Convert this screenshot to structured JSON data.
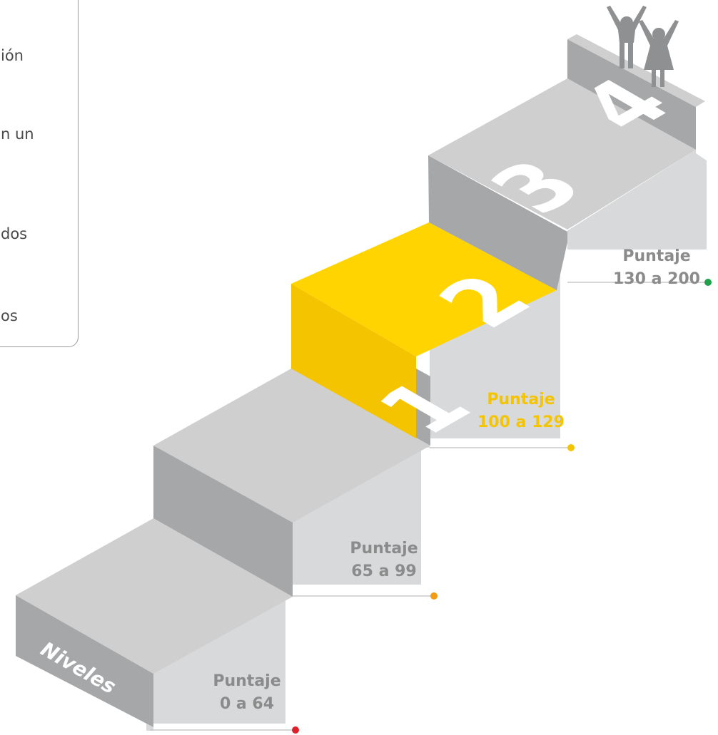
{
  "info_card": {
    "lines": [
      "ión",
      "n un",
      "dos",
      "os"
    ]
  },
  "stairs": {
    "niveles_label": "Niveles",
    "levels": [
      {
        "number": "1",
        "score_label": "Puntaje",
        "score_range": "0 a 64",
        "label_color": "#8b8b8b",
        "dot_color": "#e01f2d"
      },
      {
        "number": "2",
        "score_label": "Puntaje",
        "score_range": "65 a 99",
        "label_color": "#8b8b8b",
        "dot_color": "#f39c12"
      },
      {
        "number": "3",
        "score_label": "Puntaje",
        "score_range": "100 a 129",
        "label_color": "#f5c400",
        "dot_color": "#f5c400",
        "highlighted": true
      },
      {
        "number": "4",
        "score_label": "Puntaje",
        "score_range": "130 a 200",
        "label_color": "#8b8b8b",
        "dot_color": "#1fa34a"
      }
    ]
  },
  "colors": {
    "step_top": "#cfcfd0",
    "step_front": "#a6a7a9",
    "step_side": "#bdbebf",
    "highlight_top": "#ffd400",
    "highlight_front": "#f5c400",
    "figure": "#8f9091",
    "connector_line": "#c9c9c9"
  }
}
